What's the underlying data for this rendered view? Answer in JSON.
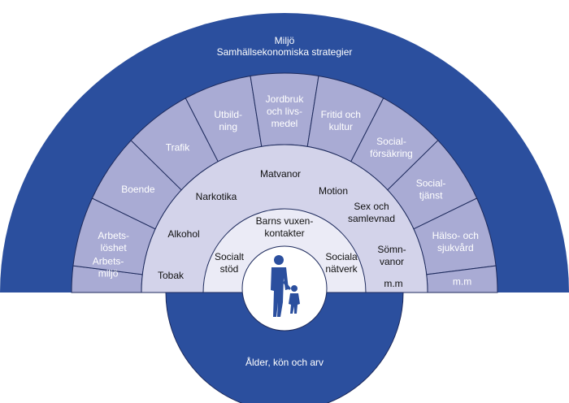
{
  "outer": {
    "title_line1": "Miljö",
    "title_line2": "Samhällsekonomiska strategier",
    "bottom_label": "Ålder, kön och arv"
  },
  "sectors": [
    [
      "Arbets-",
      "miljö"
    ],
    [
      "Arbets-",
      "löshet"
    ],
    [
      "Boende"
    ],
    [
      "Trafik"
    ],
    [
      "Utbild-",
      "ning"
    ],
    [
      "Jordbruk",
      "och livs-",
      "medel"
    ],
    [
      "Fritid och",
      "kultur"
    ],
    [
      "Social-",
      "försäkring"
    ],
    [
      "Social-",
      "tjänst"
    ],
    [
      "Hälso- och",
      "sjukvård"
    ],
    [
      "m.m"
    ]
  ],
  "lifestyle": {
    "tobak": "Tobak",
    "alkohol": "Alkohol",
    "narkotika": "Narkotika",
    "matvanor": "Matvanor",
    "motion": "Motion",
    "sex_line1": "Sex och",
    "sex_line2": "samlevnad",
    "somn_line1": "Sömn-",
    "somn_line2": "vanor",
    "mm": "m.m"
  },
  "social": {
    "barns_line1": "Barns vuxen-",
    "barns_line2": "kontakter",
    "stod_line1": "Socialt",
    "stod_line2": "stöd",
    "natverk_line1": "Sociala",
    "natverk_line2": "nätverk"
  },
  "colors": {
    "outer": "#2b4f9e",
    "sector": "#a9abd4",
    "lifestyle": "#d3d3ea",
    "social": "#ebebf6",
    "stroke": "#1d2a5c",
    "figure": "#2b4f9e"
  },
  "icons": {
    "center": "adult-child-silhouette-icon"
  }
}
